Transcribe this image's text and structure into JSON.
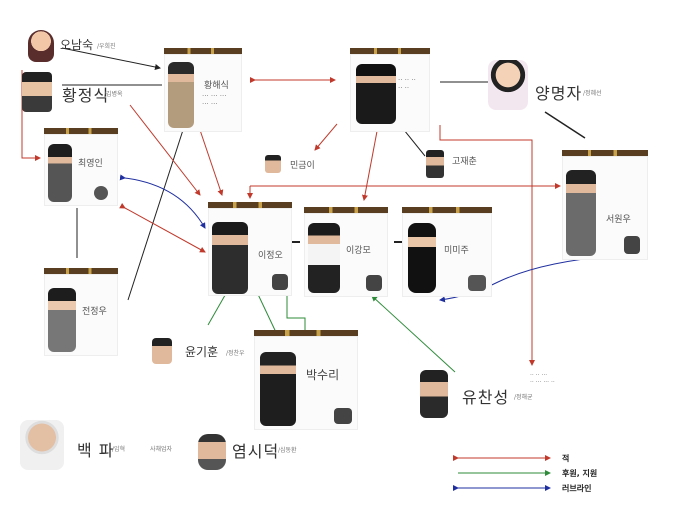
{
  "people": {
    "oh_namsuk": {
      "name": "오남숙",
      "role": "/우희진"
    },
    "hwang_jeongsik": {
      "name": "황정식",
      "role": "/김병옥"
    },
    "yang_myeongja": {
      "name": "양명자",
      "role": "/정혜선"
    },
    "yu_chanseong": {
      "name": "유찬성",
      "role": "/정해균"
    },
    "yoon_kihun": {
      "name": "윤기훈",
      "role": "/정찬우"
    },
    "baek_pa": {
      "name": "백 파",
      "role": "/임혁",
      "note": "사채업자"
    },
    "yeom_sideok": {
      "name": "염시덕",
      "role": "/심동환"
    },
    "baek_suri": {
      "name": "박수리"
    }
  },
  "cards": {
    "hyo_card": "황해식",
    "center_a": "이정오",
    "center_b": "이강모",
    "center_c": "미미주",
    "right_card": "서원우",
    "left_top": "최영인",
    "left_bottom": "전정우",
    "small_a": "민금이",
    "small_b": "고재춘"
  },
  "legend": [
    {
      "label": "적",
      "color": "#c0392b"
    },
    {
      "label": "후원, 지원",
      "color": "#2e8b3a"
    },
    {
      "label": "러브라인",
      "color": "#1f2fa0"
    }
  ],
  "colors": {
    "enemy": "#c0392b",
    "support": "#2e8b3a",
    "love": "#1f2fa0",
    "line": "#222222"
  }
}
